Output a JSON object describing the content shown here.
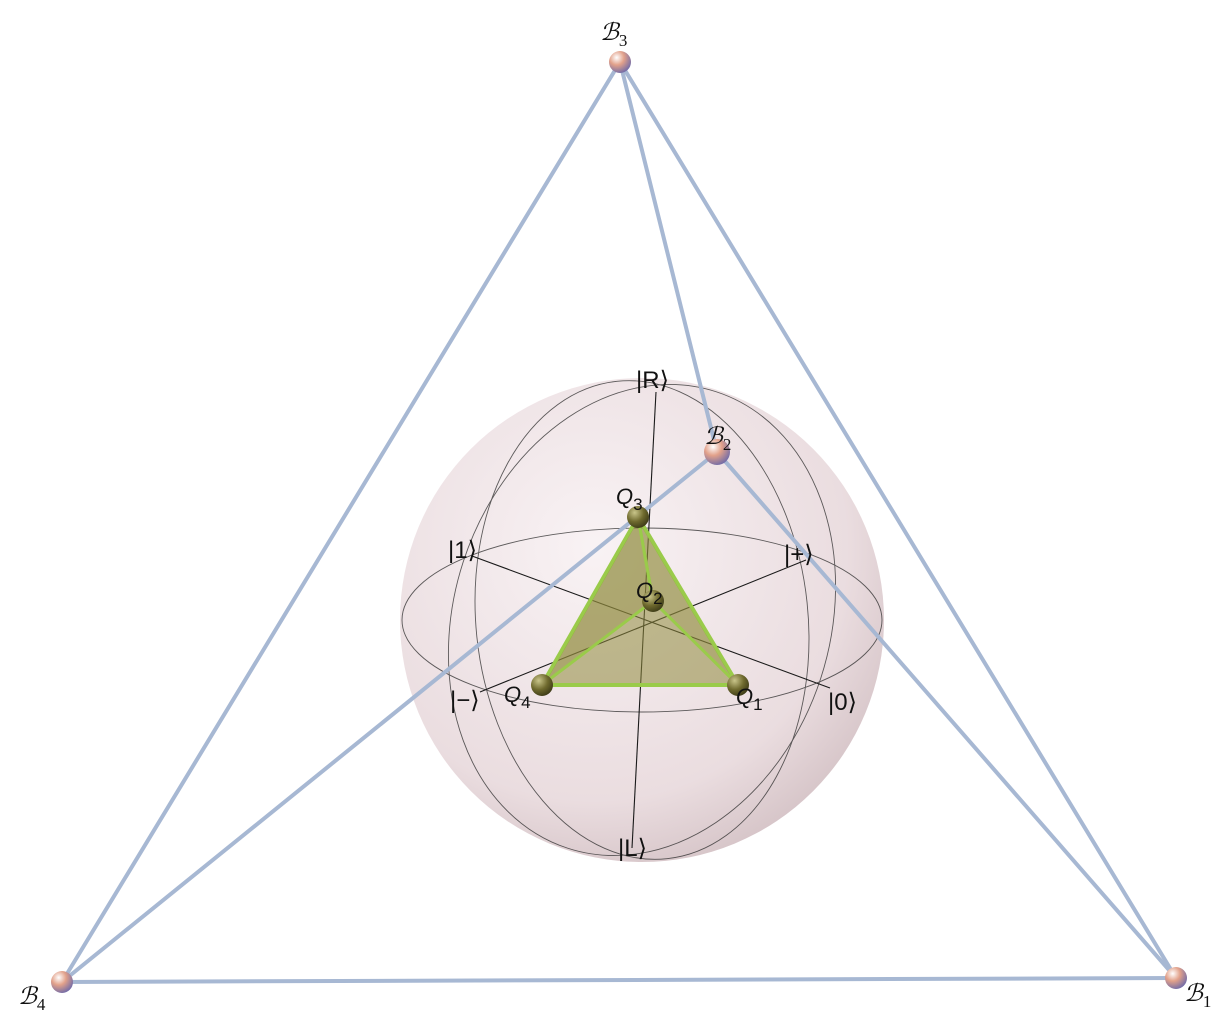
{
  "colors": {
    "outer_edge": "#a7b8d3",
    "inner_fill": "#8f8a3c",
    "inner_edge": "#9acb4a",
    "sphere_light": "#f6eef0",
    "sphere_dark": "#c9b4b8",
    "grid": "#2b2b2b",
    "axis": "#1a1a1a"
  },
  "bloch_labels": {
    "R": "|R⟩",
    "L": "|L⟩",
    "zero": "|0⟩",
    "one": "|1⟩",
    "plus": "|+⟩",
    "minus": "|−⟩"
  },
  "outer_vertices": {
    "B1": {
      "main": "ℬ",
      "sub": "1"
    },
    "B2": {
      "main": "ℬ",
      "sub": "2"
    },
    "B3": {
      "main": "ℬ",
      "sub": "3"
    },
    "B4": {
      "main": "ℬ",
      "sub": "4"
    }
  },
  "inner_vertices": {
    "Q1": {
      "main": "Q",
      "sub": "1"
    },
    "Q2": {
      "main": "Q",
      "sub": "2"
    },
    "Q3": {
      "main": "Q",
      "sub": "3"
    },
    "Q4": {
      "main": "Q",
      "sub": "4"
    }
  }
}
